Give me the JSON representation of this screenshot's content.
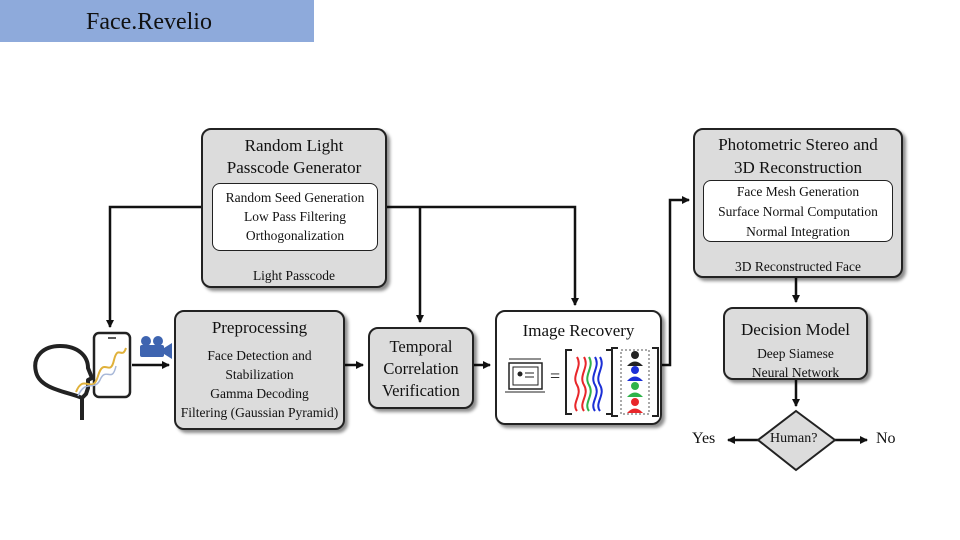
{
  "header": {
    "title": "Face.Revelio"
  },
  "generator": {
    "title_lines": [
      "Random Light",
      "Passcode Generator"
    ],
    "steps": [
      "Random Seed Generation",
      "Low Pass Filtering",
      "Orthogonalization"
    ],
    "output": "Light Passcode"
  },
  "preprocessing": {
    "title": "Preprocessing",
    "steps": [
      "Face Detection and",
      "Stabilization",
      "Gamma Decoding",
      "Filtering (Gaussian Pyramid)"
    ]
  },
  "temporal": {
    "lines": [
      "Temporal",
      "Correlation",
      "Verification"
    ]
  },
  "recovery": {
    "title": "Image Recovery",
    "equals": "="
  },
  "photometric": {
    "title_lines": [
      "Photometric Stereo and",
      "3D Reconstruction"
    ],
    "steps": [
      "Face Mesh Generation",
      "Surface Normal Computation",
      "Normal Integration"
    ],
    "output": "3D Reconstructed Face"
  },
  "decision": {
    "title": "Decision Model",
    "lines": [
      "Deep Siamese",
      "Neural Network"
    ]
  },
  "human": {
    "question": "Human?",
    "yes": "Yes",
    "no": "No"
  },
  "colors": {
    "title_bar": "#8eaadb",
    "box_fill": "#dcdcdc",
    "red": "#e8262a",
    "green": "#2fb34a",
    "blue": "#1b2fd6",
    "video_icon": "#3e64b0",
    "wave": "#e0b13a"
  }
}
